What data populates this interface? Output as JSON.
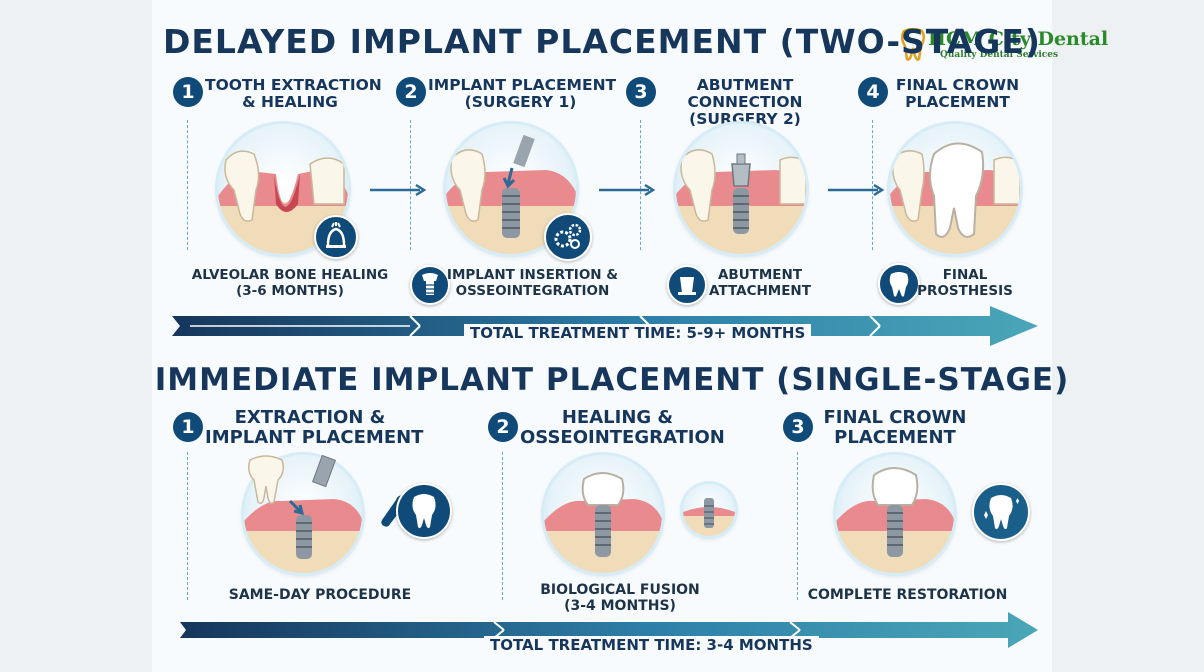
{
  "colors": {
    "navy": "#16365c",
    "accent": "#0f4a78",
    "teal": "#4aa6b8",
    "gum": "#e98a8e",
    "bone": "#f1dcb9"
  },
  "logo": {
    "main": "HCM City Dental",
    "sub": "Quality Dental Services"
  },
  "delayed": {
    "title": "DELAYED IMPLANT PLACEMENT (TWO-STAGE)",
    "steps": [
      {
        "number": "1",
        "title": [
          "TOOTH EXTRACTION",
          "& HEALING"
        ],
        "caption": [
          "ALVEOLAR BONE HEALING",
          "(3-6 MONTHS)"
        ],
        "icon": "bone-healing-icon"
      },
      {
        "number": "2",
        "title": [
          "IMPLANT PLACEMENT",
          "(SURGERY 1)"
        ],
        "caption": [
          "IMPLANT INSERTION &",
          "OSSEOINTEGRATION"
        ],
        "icon": "implant-screw-icon"
      },
      {
        "number": "3",
        "title": [
          "ABUTMENT",
          "CONNECTION",
          "(SURGERY 2)"
        ],
        "caption": [
          "ABUTMENT",
          "ATTACHMENT"
        ],
        "icon": "abutment-icon"
      },
      {
        "number": "4",
        "title": [
          "FINAL CROWN",
          "PLACEMENT"
        ],
        "caption": [
          "FINAL",
          "PROSTHESIS"
        ],
        "icon": "tooth-icon"
      }
    ],
    "total": "TOTAL TREATMENT TIME: 5-9+ MONTHS"
  },
  "immediate": {
    "title": "IMMEDIATE IMPLANT PLACEMENT (SINGLE-STAGE)",
    "steps": [
      {
        "number": "1",
        "title": [
          "EXTRACTION &",
          "IMPLANT PLACEMENT"
        ],
        "caption": [
          "SAME-DAY PROCEDURE"
        ],
        "icon": "wrench-tooth-icon"
      },
      {
        "number": "2",
        "title": [
          "HEALING &",
          "OSSEOINTEGRATION"
        ],
        "caption": [
          "BIOLOGICAL FUSION",
          "(3-4 MONTHS)"
        ],
        "icon": "implant-in-bone-icon"
      },
      {
        "number": "3",
        "title": [
          "FINAL CROWN",
          "PLACEMENT"
        ],
        "caption": [
          "COMPLETE RESTORATION"
        ],
        "icon": "sparkling-tooth-icon"
      }
    ],
    "total": "TOTAL TREATMENT TIME: 3-4 MONTHS"
  }
}
